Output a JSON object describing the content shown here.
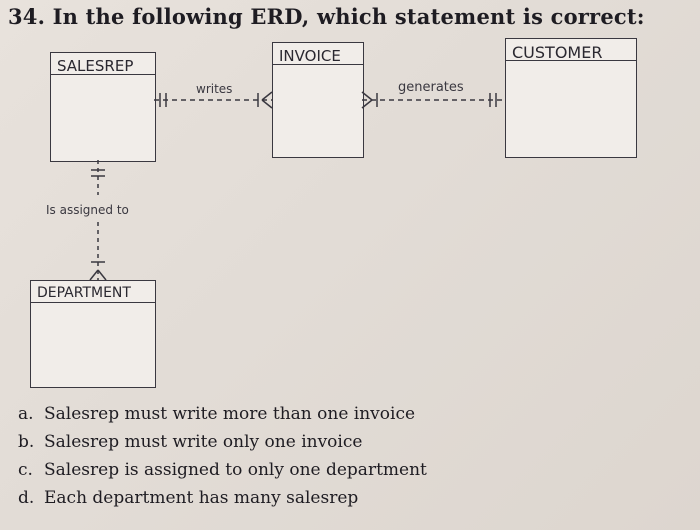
{
  "question": "34. In the following ERD, which statement is correct:",
  "entities": {
    "salesrep": "SALESREP",
    "invoice": "INVOICE",
    "customer": "CUSTOMER",
    "department": "DEPARTMENT"
  },
  "relationships": {
    "writes": "writes",
    "generates": "generates",
    "assigned": "Is assigned to"
  },
  "options": [
    {
      "key": "a.",
      "text": "Salesrep must write more than one invoice"
    },
    {
      "key": "b.",
      "text": "Salesrep must write only one invoice"
    },
    {
      "key": "c.",
      "text": "Salesrep is assigned to only one department"
    },
    {
      "key": "d.",
      "text": "Each department has many salesrep"
    }
  ]
}
